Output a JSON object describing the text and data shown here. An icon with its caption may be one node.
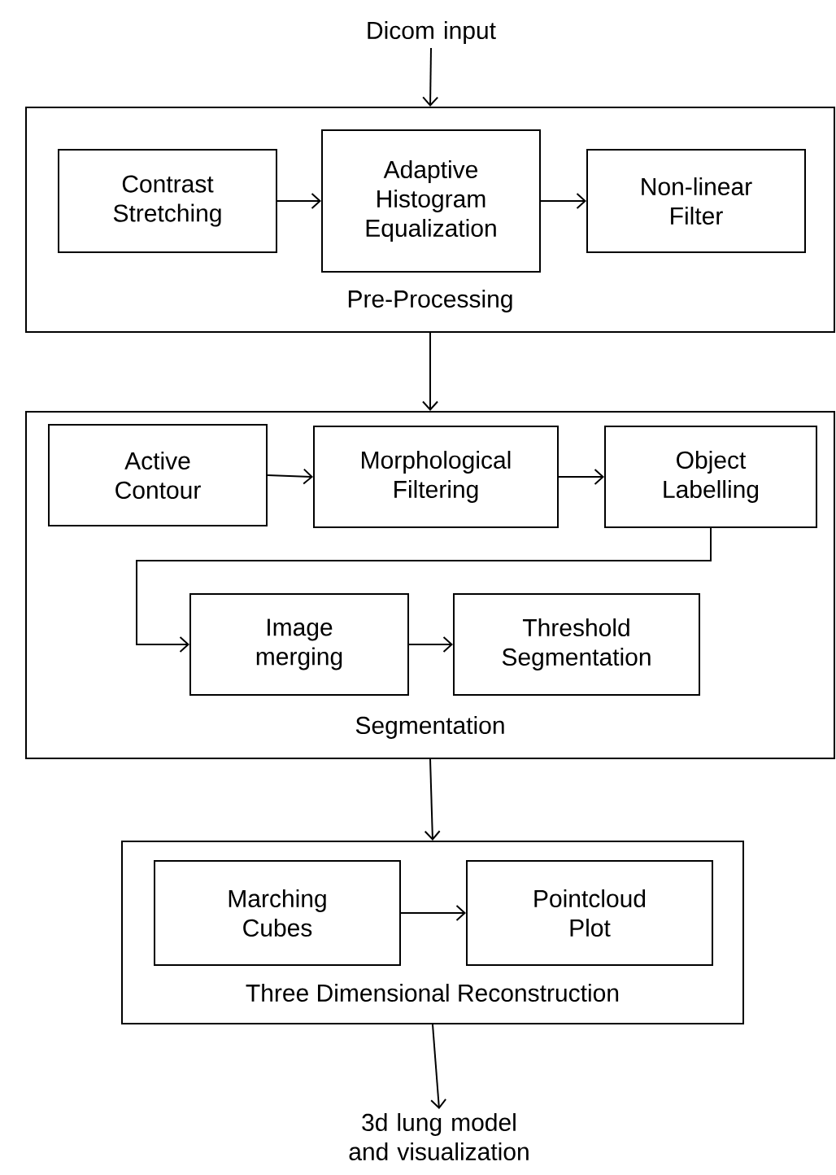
{
  "diagram": {
    "nodes": [
      {
        "text": [
          "Dicom input"
        ]
      },
      {
        "text": [
          "Pre-Processing"
        ]
      },
      {
        "text": [
          "Contrast Stretching"
        ],
        "in": 1
      },
      {
        "text": [
          "Adaptive Histogram Equalization"
        ],
        "in": 1
      },
      {
        "text": [
          "Non-linear Filter"
        ],
        "in": 1
      },
      {
        "text": [
          "Segmentation"
        ]
      },
      {
        "text": [
          "Active Contour"
        ],
        "in": 5
      },
      {
        "text": [
          "Morphological Filtering"
        ],
        "in": 5
      },
      {
        "text": [
          "Object Labelling"
        ],
        "in": 5
      },
      {
        "text": [
          "Image merging"
        ],
        "in": 5
      },
      {
        "text": [
          "Threshold Segmentation"
        ],
        "in": 5
      },
      {
        "text": [
          "Three Dimensional Reconstruction"
        ]
      },
      {
        "text": [
          "Marching Cubes"
        ],
        "in": 11
      },
      {
        "text": [
          "Pointcloud Plot"
        ],
        "in": 11
      },
      {
        "text": [
          "3d lung model and visualization"
        ]
      }
    ],
    "edges": [
      {
        "from": 0,
        "to": 1,
        "arrow": "to"
      },
      {
        "from": 2,
        "to": 3,
        "arrow": "to"
      },
      {
        "from": 3,
        "to": 4,
        "arrow": "to"
      },
      {
        "from": 1,
        "to": 5,
        "arrow": "to"
      },
      {
        "from": 6,
        "to": 7,
        "arrow": "to"
      },
      {
        "from": 7,
        "to": 8,
        "arrow": "to"
      },
      {
        "from": 8,
        "to": 9,
        "arrow": "to"
      },
      {
        "from": 9,
        "to": 10,
        "arrow": "to"
      },
      {
        "from": 5,
        "to": 11,
        "arrow": "to"
      },
      {
        "from": 12,
        "to": 13,
        "arrow": "to"
      },
      {
        "from": 11,
        "to": 14,
        "arrow": "to"
      }
    ]
  }
}
